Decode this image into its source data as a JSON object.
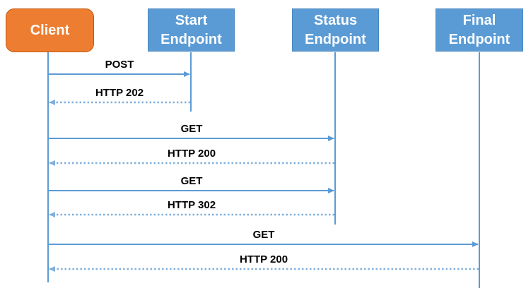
{
  "colors": {
    "client_fill": "#ED7D31",
    "endpoint_fill": "#5B9BD5",
    "request_line": "#5B9BD5",
    "response_line": "#7FAFDC",
    "label_text": "#000000"
  },
  "participants": {
    "client": {
      "label": "Client"
    },
    "start": {
      "line1": "Start",
      "line2": "Endpoint"
    },
    "status": {
      "line1": "Status",
      "line2": "Endpoint"
    },
    "final": {
      "line1": "Final",
      "line2": "Endpoint"
    }
  },
  "messages": [
    {
      "label": "POST",
      "from": "client",
      "to": "start",
      "style": "solid"
    },
    {
      "label": "HTTP 202",
      "from": "start",
      "to": "client",
      "style": "dotted"
    },
    {
      "label": "GET",
      "from": "client",
      "to": "status",
      "style": "solid"
    },
    {
      "label": "HTTP 200",
      "from": "status",
      "to": "client",
      "style": "dotted"
    },
    {
      "label": "GET",
      "from": "client",
      "to": "status",
      "style": "solid"
    },
    {
      "label": "HTTP 302",
      "from": "status",
      "to": "client",
      "style": "dotted"
    },
    {
      "label": "GET",
      "from": "client",
      "to": "final",
      "style": "solid"
    },
    {
      "label": "HTTP 200",
      "from": "final",
      "to": "client",
      "style": "dotted"
    }
  ]
}
